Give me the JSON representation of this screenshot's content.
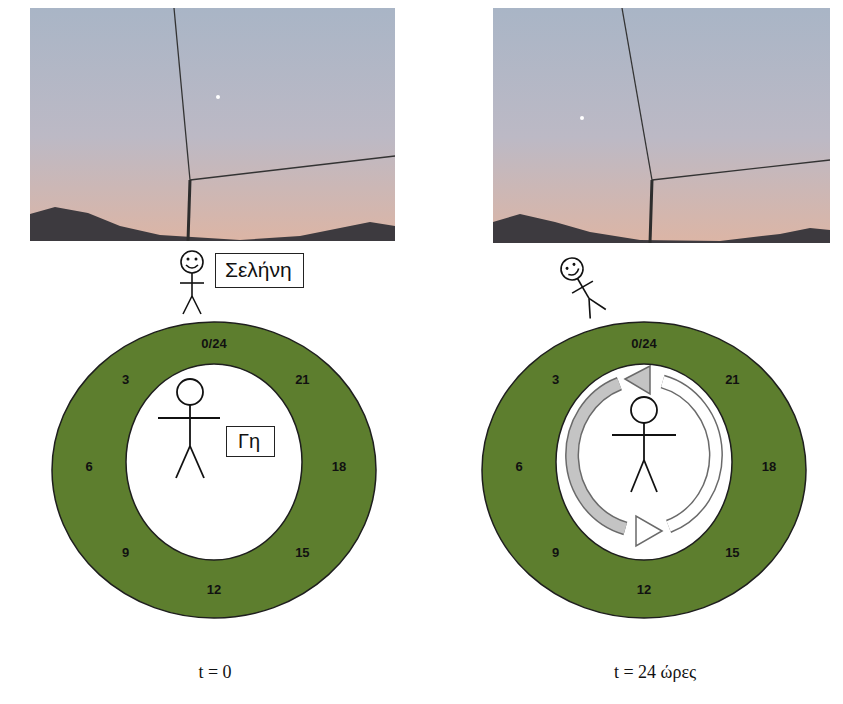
{
  "diagram": {
    "nodes": [
      {
        "text": [
          "Σελήνη"
        ]
      },
      {
        "text": [
          "0/24",
          "3",
          "21",
          "6",
          "18",
          "9",
          "15",
          "12"
        ]
      },
      {
        "text": [
          "Γη"
        ],
        "in": 1
      },
      {
        "text": [
          "0/24",
          "3",
          "21",
          "6",
          "18",
          "9",
          "15",
          "12"
        ]
      }
    ],
    "labels": [
      "t = 0",
      "t = 24 ώρες"
    ]
  }
}
